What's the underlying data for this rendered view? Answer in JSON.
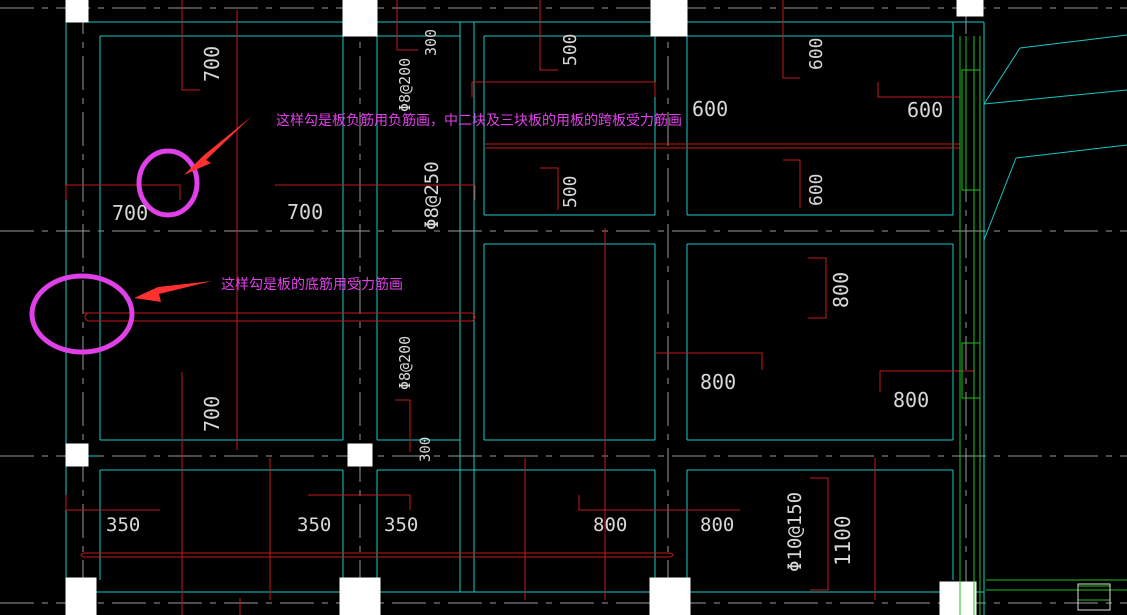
{
  "colors": {
    "background": "#000000",
    "slab_outline": "#18c8c8",
    "rebar": "#c41a1a",
    "text": "#d8d8d8",
    "axis": "#9a9a9a",
    "column": "#ffffff",
    "annotation": "#e040e8",
    "arrow": "#ff3030",
    "green": "#22c022"
  },
  "dimensions": {
    "d700_a": "700",
    "d700_b": "700",
    "d700_c": "700",
    "d700_d": "700",
    "d300_a": "300",
    "d300_b": "300",
    "d500_a": "500",
    "d500_b": "500",
    "d600_a": "600",
    "d600_b": "600",
    "d600_c": "600",
    "d600_d": "600",
    "d800_a": "800",
    "d800_b": "800",
    "d800_c": "800",
    "d800_d": "800",
    "d800_e": "800",
    "d350_a": "350",
    "d350_b": "350",
    "d350_c": "350",
    "d1100": "1100"
  },
  "rebar_labels": {
    "phi8_200_top": "Φ8@200",
    "phi8_250": "Φ8@250",
    "phi8_200_mid": "Φ8@200",
    "phi10_150": "Φ10@150"
  },
  "annotations": {
    "negative_hook_note": "这样勾是板负筋用负筋画，中二块及三块板的用板的跨板受力筋画",
    "bottom_hook_note": "这样勾是板的底筋用受力筋画"
  }
}
